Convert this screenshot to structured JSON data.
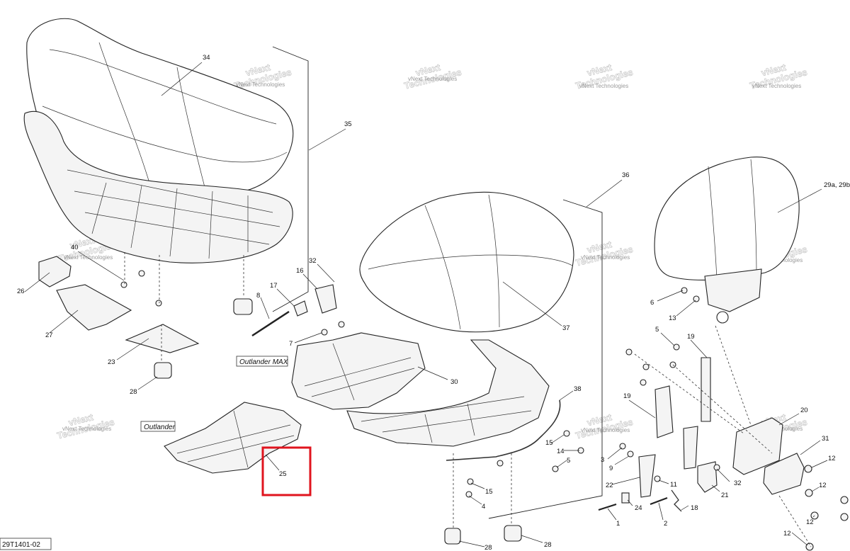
{
  "figure_code": "29T1401-02",
  "watermark": {
    "line1": "vNext",
    "line2": "Technologies",
    "small": "vNext Technologies"
  },
  "boxed_labels": {
    "outlander_max": "Outlander MAX",
    "outlander": "Outlander"
  },
  "highlight": {
    "part": "25",
    "color": "#e0141e"
  },
  "callouts": {
    "c34": "34",
    "c35": "35",
    "c36": "36",
    "c37": "37",
    "c29": "29a, 29b",
    "c40": "40",
    "c26": "26",
    "c27": "27",
    "c23": "23",
    "c28a": "28",
    "c32a": "32",
    "c16": "16",
    "c17": "17",
    "c8": "8",
    "c7": "7",
    "c30": "30",
    "c38": "38",
    "c25": "25",
    "c6": "6",
    "c13": "13",
    "c5a": "5",
    "c19a": "19",
    "c19b": "19",
    "c20": "20",
    "c31": "31",
    "c12a": "12",
    "c12b": "12",
    "c12c": "12",
    "c12d": "12",
    "c15a": "15",
    "c14": "14",
    "c5b": "5",
    "c15b": "15",
    "c4": "4",
    "c3": "3",
    "c9": "9",
    "c22": "22",
    "c11": "11",
    "c32b": "32",
    "c21": "21",
    "c24": "24",
    "c18": "18",
    "c1": "1",
    "c2": "2",
    "c28b": "28",
    "c28c": "28"
  }
}
